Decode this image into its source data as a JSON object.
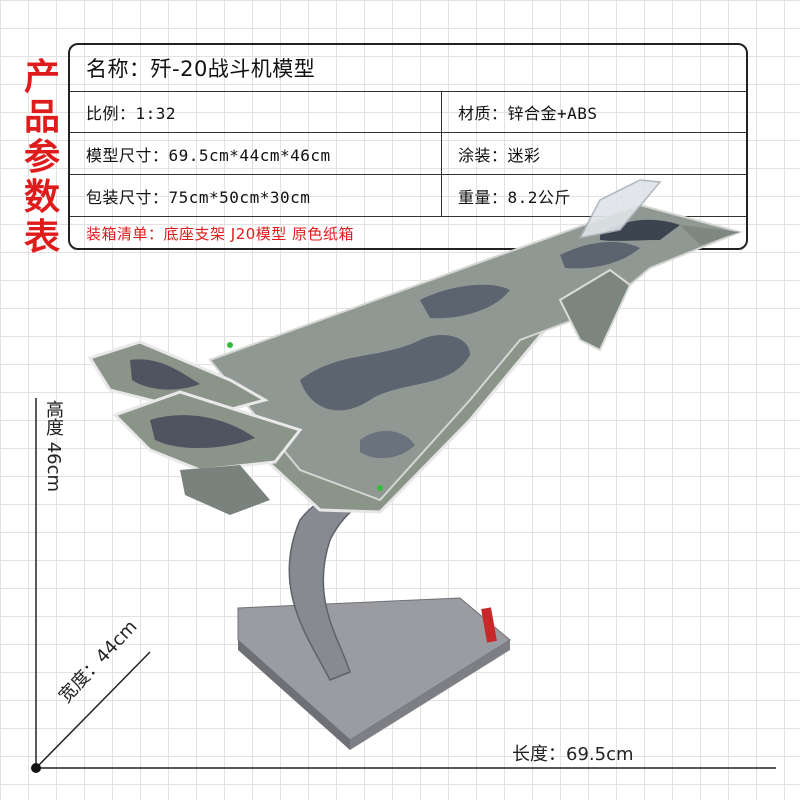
{
  "side_title": "产品参数表",
  "spec_table": {
    "name": "名称：歼-20战斗机模型",
    "scale": "比例：1:32",
    "material": "材质：锌合金+ABS",
    "model_size": "模型尺寸：69.5cm*44cm*46cm",
    "paint": "涂装：迷彩",
    "package_size": "包装尺寸：75cm*50cm*30cm",
    "weight": "重量：8.2公斤",
    "packing_list": "装箱清单：底座支架 J20模型 原色纸箱"
  },
  "dimensions": {
    "height": "高度 46cm",
    "width": "宽度：44cm",
    "length": "长度：69.5cm"
  },
  "colors": {
    "accent_red": "#e01b1b",
    "camo_light": "#8a9488",
    "camo_dark": "#5c6470",
    "stand_grey": "#8e9096"
  }
}
